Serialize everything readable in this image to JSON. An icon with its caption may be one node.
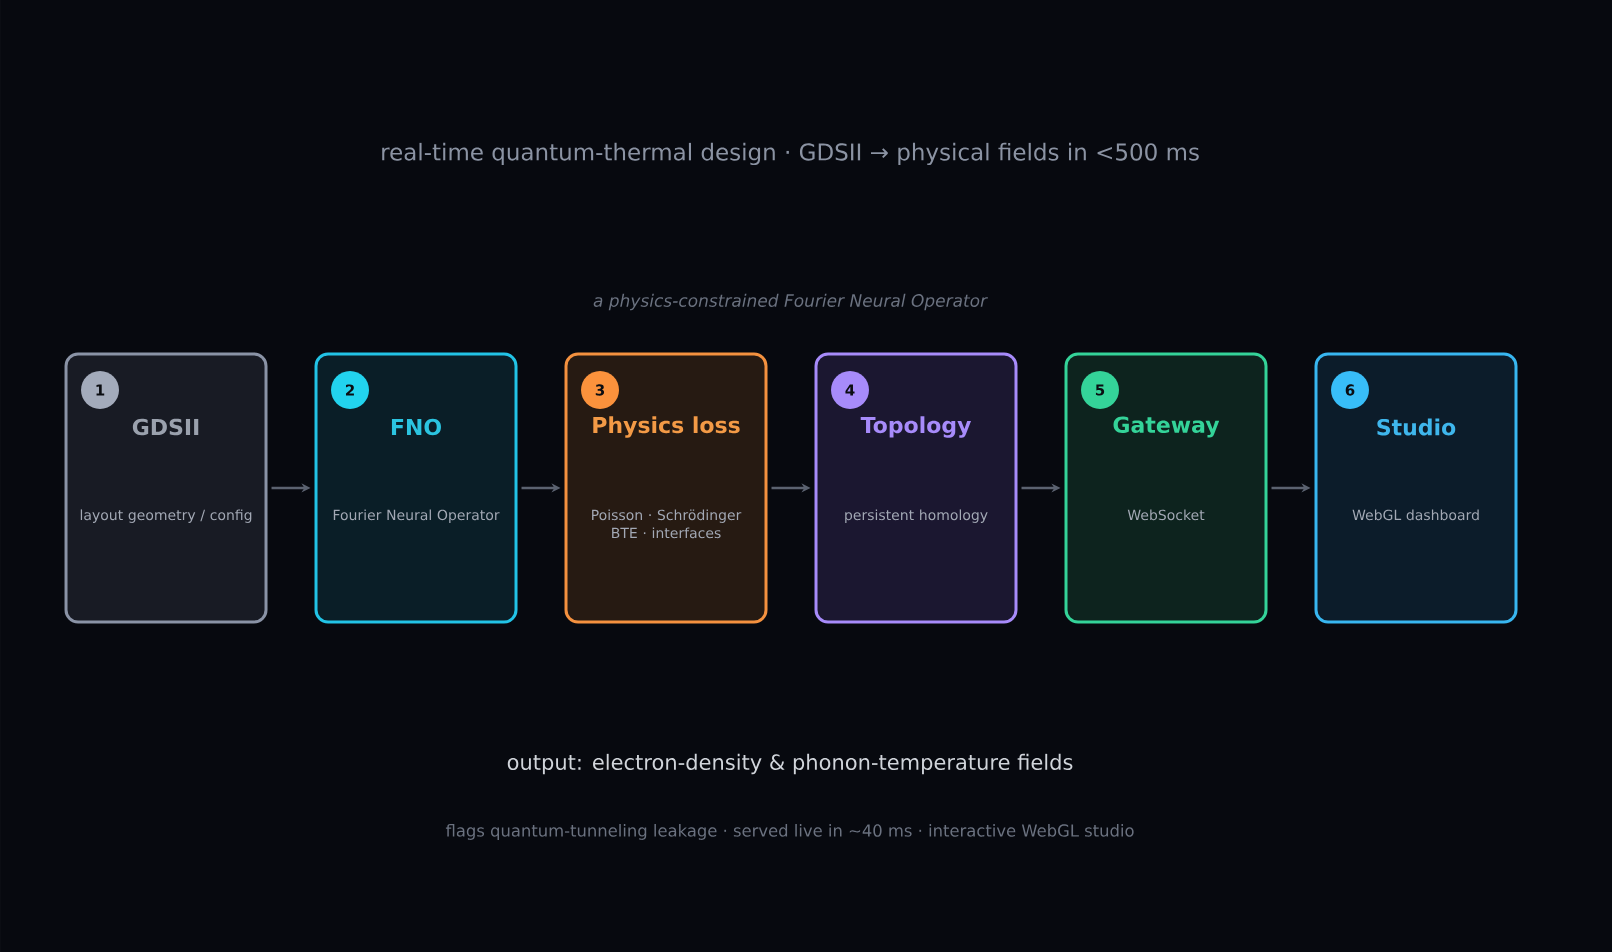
{
  "diagram": {
    "nodes": [
      {
        "text": [
          "1",
          "GDSII",
          "layout geometry / config"
        ]
      },
      {
        "text": [
          "2",
          "FNO",
          "Fourier Neural Operator"
        ]
      },
      {
        "text": [
          "3",
          "Physics loss",
          "Poisson · Schrödinger BTE · interfaces"
        ]
      },
      {
        "text": [
          "4",
          "Topology",
          "persistent homology"
        ]
      },
      {
        "text": [
          "5",
          "Gateway",
          "WebSocket"
        ]
      },
      {
        "text": [
          "6",
          "Studio",
          "WebGL dashboard"
        ]
      }
    ],
    "edges": [
      {
        "from": 0,
        "to": 1,
        "arrow": "to"
      },
      {
        "from": 1,
        "to": 2,
        "arrow": "to"
      },
      {
        "from": 2,
        "to": 3,
        "arrow": "to"
      },
      {
        "from": 3,
        "to": 4,
        "arrow": "to"
      },
      {
        "from": 4,
        "to": 5,
        "arrow": "to"
      }
    ],
    "labels": [
      "real-time quantum-thermal design · GDSII → physical fields in <500 ms",
      "a physics-constrained Fourier Neural Operator",
      "output: electron-density & phonon-temperature fields",
      "flags quantum-tunneling leakage · served live in ~40 ms · interactive WebGL studio"
    ]
  }
}
